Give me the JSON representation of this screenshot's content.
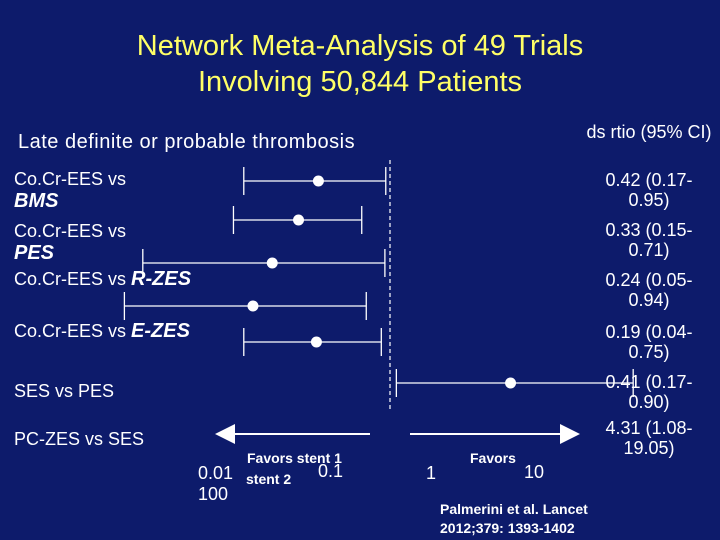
{
  "title_line1": "Network Meta-Analysis of 49 Trials",
  "title_line2": "Involving 50,844 Patients",
  "subtitle": "Late definite or probable thrombosis",
  "column_header": "ds rtio (95% CI)",
  "rows": [
    {
      "lead": "Co.Cr-EES vs",
      "big": "BMS",
      "value": "0.42 (0.17-0.95)"
    },
    {
      "lead": "Co.Cr-EES vs",
      "big": "PES",
      "value": "0.33 (0.15-0.71)"
    },
    {
      "lead": "Co.Cr-EES vs ",
      "big": "R-ZES",
      "value": "0.24 (0.05-0.94)"
    },
    {
      "lead": "Co.Cr-EES vs ",
      "big": "E-ZES",
      "value": "0.19 (0.04-0.75)"
    },
    {
      "lead": "SES vs PES",
      "big": "",
      "value": "0.41 (0.17-0.90)"
    },
    {
      "lead": "PC-ZES vs SES",
      "big": "",
      "value": "4.31 (1.08-19.05)"
    }
  ],
  "axis": {
    "tick_001": "0.01",
    "tick_01": "0.1",
    "tick_1": "1",
    "tick_10": "10",
    "tick_100": "100",
    "favors_left_line1": "Favors stent 1",
    "favors_left_line2": "stent 2",
    "favors_right": "Favors"
  },
  "citation_line1": "Palmerini et al. Lancet",
  "citation_line2": "2012;379: 1393-1402",
  "colors": {
    "background": "#0d1b6b",
    "title": "#ffff66",
    "text": "#ffffff"
  },
  "chart_data": {
    "type": "forest",
    "title": "Late definite or probable thrombosis",
    "scale": "log",
    "xlim": [
      0.01,
      100
    ],
    "reference_line": 1,
    "points": [
      {
        "label": "Co.Cr-EES vs BMS",
        "estimate": 0.42,
        "lower": 0.17,
        "upper": 0.95
      },
      {
        "label": "Co.Cr-EES vs PES",
        "estimate": 0.33,
        "lower": 0.15,
        "upper": 0.71
      },
      {
        "label": "Co.Cr-EES vs R-ZES",
        "estimate": 0.24,
        "lower": 0.05,
        "upper": 0.94
      },
      {
        "label": "Co.Cr-EES vs E-ZES",
        "estimate": 0.19,
        "lower": 0.04,
        "upper": 0.75
      },
      {
        "label": "SES vs PES",
        "estimate": 0.41,
        "lower": 0.17,
        "upper": 0.9
      },
      {
        "label": "PC-ZES vs SES",
        "estimate": 4.31,
        "lower": 1.08,
        "upper": 19.05
      }
    ]
  }
}
